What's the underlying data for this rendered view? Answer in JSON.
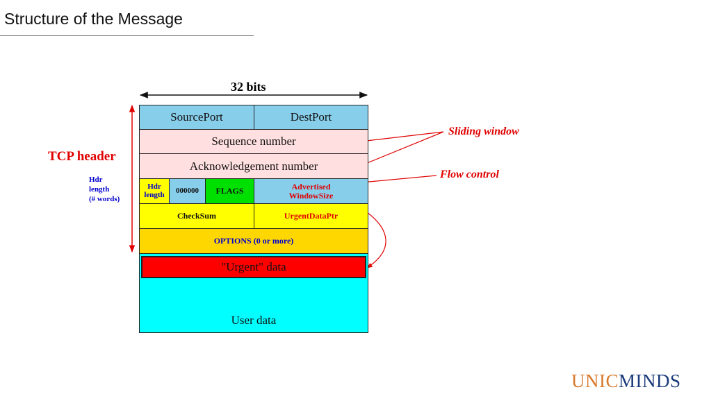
{
  "title": "Structure of the Message",
  "width_label": "32 bits",
  "side_labels": {
    "tcp_header": "TCP header",
    "hdr_length": [
      "Hdr",
      "length",
      "(# words)"
    ]
  },
  "fields": {
    "source_port": "SourcePort",
    "dest_port": "DestPort",
    "sequence_number": "Sequence number",
    "ack_number": "Acknowledgement number",
    "hdr_length": [
      "Hdr",
      "length"
    ],
    "reserved": "000000",
    "flags": "FLAGS",
    "advertised_window": [
      "Advertised",
      "WindowSize"
    ],
    "checksum": "CheckSum",
    "urgent_ptr": "UrgentDataPtr",
    "options": "OPTIONS (0 or more)",
    "urgent_data": "\"Urgent\" data",
    "user_data": "User data"
  },
  "annotations": {
    "sliding_window": "Sliding window",
    "flow_control": "Flow control"
  },
  "logo": {
    "part1": "UNIC",
    "part2": "MINDS"
  },
  "colors": {
    "ports": "#87ceeb",
    "seq_ack": "#ffdfdf",
    "hdr": "#ffff00",
    "reserved": "#87ceeb",
    "flags": "#00e000",
    "window": "#87ceeb",
    "checksum_row": "#ffff00",
    "options": "#ffd700",
    "urgent_data": "#ff0000",
    "user_data": "#00ffff",
    "annotation": "#e00000",
    "label_blue": "#0000cc",
    "logo_orange": "#d97a2b",
    "logo_blue": "#1a3a7a"
  }
}
